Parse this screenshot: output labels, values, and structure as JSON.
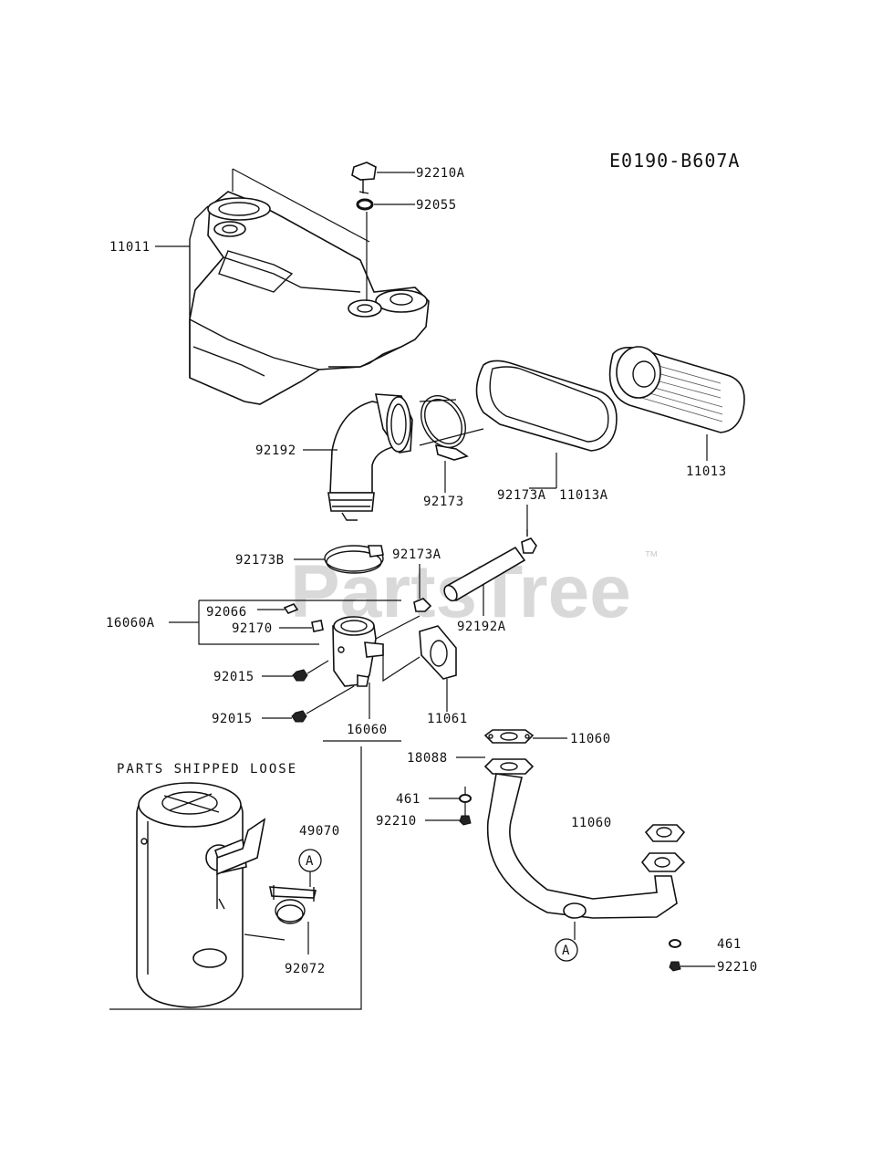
{
  "diagram_code": "E0190-B607A",
  "watermark": "PartsTree",
  "trademark": "™",
  "section_label": "PARTS SHIPPED LOOSE",
  "ref_marker": "A",
  "parts": {
    "p92210A": "92210A",
    "p92055": "92055",
    "p11011": "11011",
    "p92192": "92192",
    "p92173": "92173",
    "p92173A_top": "92173A",
    "p11013A": "11013A",
    "p11013": "11013",
    "p92173B": "92173B",
    "p92173A_mid": "92173A",
    "p92066": "92066",
    "p16060A": "16060A",
    "p92170": "92170",
    "p92192A": "92192A",
    "p92015_a": "92015",
    "p92015_b": "92015",
    "p16060": "16060",
    "p11061": "11061",
    "p11060_a": "11060",
    "p18088": "18088",
    "p461_a": "461",
    "p92210_a": "92210",
    "p11060_b": "11060",
    "p49070": "49070",
    "p92072": "92072",
    "p461_b": "461",
    "p92210_b": "92210"
  }
}
